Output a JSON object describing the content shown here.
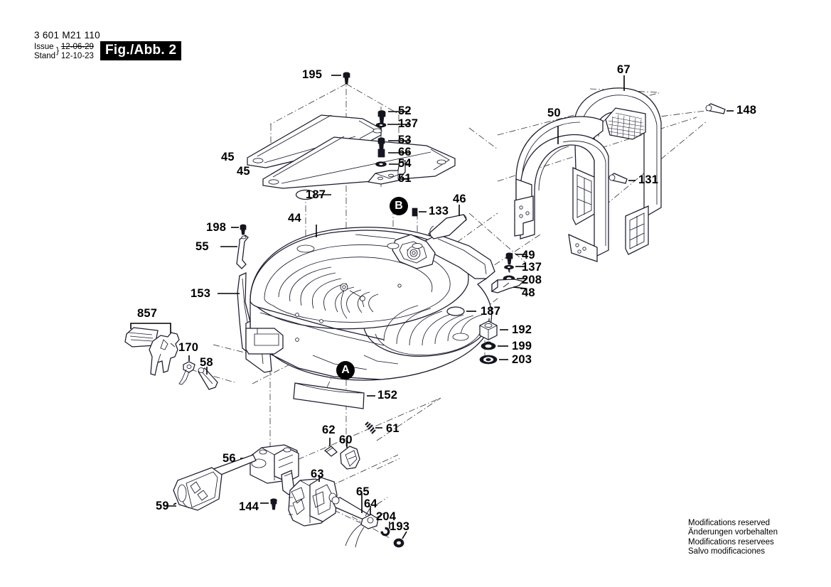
{
  "document": {
    "part_number": "3 601 M21 110",
    "issue_label": "Issue",
    "stand_label": "Stand",
    "issue_date": "12-06-29",
    "stand_date": "12-10-23",
    "figure_label": "Fig./Abb. 2"
  },
  "footer": {
    "line1": "Modifications reserved",
    "line2": "Änderungen vorbehalten",
    "line3": "Modifications reservees",
    "line4": "Salvo modificaciones"
  },
  "markers": [
    {
      "id": "B",
      "label": "B"
    },
    {
      "id": "A",
      "label": "A"
    }
  ],
  "callouts": [
    {
      "id": "195",
      "label": "195"
    },
    {
      "id": "52",
      "label": "52"
    },
    {
      "id": "137t",
      "label": "137"
    },
    {
      "id": "53",
      "label": "53"
    },
    {
      "id": "66",
      "label": "66"
    },
    {
      "id": "54",
      "label": "54"
    },
    {
      "id": "51",
      "label": "51"
    },
    {
      "id": "45a",
      "label": "45"
    },
    {
      "id": "45b",
      "label": "45"
    },
    {
      "id": "187t",
      "label": "187"
    },
    {
      "id": "44",
      "label": "44"
    },
    {
      "id": "198",
      "label": "198"
    },
    {
      "id": "55",
      "label": "55"
    },
    {
      "id": "153",
      "label": "153"
    },
    {
      "id": "857",
      "label": "857"
    },
    {
      "id": "170",
      "label": "170"
    },
    {
      "id": "58",
      "label": "58"
    },
    {
      "id": "133",
      "label": "133"
    },
    {
      "id": "46",
      "label": "46"
    },
    {
      "id": "67",
      "label": "67"
    },
    {
      "id": "50",
      "label": "50"
    },
    {
      "id": "148",
      "label": "148"
    },
    {
      "id": "131",
      "label": "131"
    },
    {
      "id": "49",
      "label": "49"
    },
    {
      "id": "137b",
      "label": "137"
    },
    {
      "id": "208",
      "label": "208"
    },
    {
      "id": "48",
      "label": "48"
    },
    {
      "id": "187b",
      "label": "187"
    },
    {
      "id": "192",
      "label": "192"
    },
    {
      "id": "199",
      "label": "199"
    },
    {
      "id": "203",
      "label": "203"
    },
    {
      "id": "152",
      "label": "152"
    },
    {
      "id": "62",
      "label": "62"
    },
    {
      "id": "60",
      "label": "60"
    },
    {
      "id": "61",
      "label": "61"
    },
    {
      "id": "56",
      "label": "56"
    },
    {
      "id": "59",
      "label": "59"
    },
    {
      "id": "144",
      "label": "144"
    },
    {
      "id": "63",
      "label": "63"
    },
    {
      "id": "65",
      "label": "65"
    },
    {
      "id": "64",
      "label": "64"
    },
    {
      "id": "204",
      "label": "204"
    },
    {
      "id": "193",
      "label": "193"
    }
  ],
  "colors": {
    "ink": "#000000",
    "line_art": "#1a1a2e",
    "background": "#ffffff",
    "marker_fill": "#000000",
    "marker_text": "#ffffff"
  }
}
